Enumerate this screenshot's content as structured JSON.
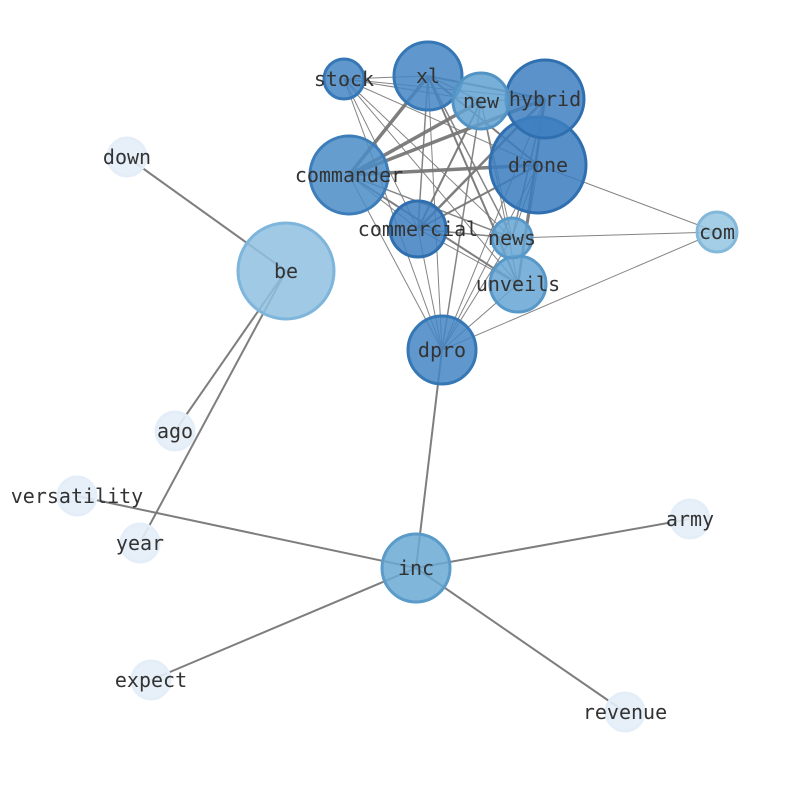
{
  "nodes": [
    {
      "id": "be",
      "label": "be",
      "size": 48,
      "fill": "#8fc0e0",
      "stroke": "#7eb5da",
      "opacity": 0.85
    },
    {
      "id": "drone",
      "label": "drone",
      "size": 48,
      "fill": "#3a7dc0",
      "stroke": "#2f6faf",
      "opacity": 0.85
    },
    {
      "id": "hybrid",
      "label": "hybrid",
      "size": 39,
      "fill": "#3d7fc0",
      "stroke": "#2f6faf",
      "opacity": 0.85
    },
    {
      "id": "commander",
      "label": "commander",
      "size": 39,
      "fill": "#4a8cc7",
      "stroke": "#3c7dba",
      "opacity": 0.85
    },
    {
      "id": "xl",
      "label": "xl",
      "size": 34,
      "fill": "#4486c4",
      "stroke": "#3677b5",
      "opacity": 0.85
    },
    {
      "id": "dpro",
      "label": "dpro",
      "size": 34,
      "fill": "#4486c4",
      "stroke": "#3677b5",
      "opacity": 0.85
    },
    {
      "id": "inc",
      "label": "inc",
      "size": 34,
      "fill": "#6aa9d4",
      "stroke": "#5a9bc9",
      "opacity": 0.85
    },
    {
      "id": "new",
      "label": "new",
      "size": 28,
      "fill": "#60a1d1",
      "stroke": "#5293c4",
      "opacity": 0.85
    },
    {
      "id": "commercial",
      "label": "commercial",
      "size": 28,
      "fill": "#3d7fc0",
      "stroke": "#2f6faf",
      "opacity": 0.85
    },
    {
      "id": "unveils",
      "label": "unveils",
      "size": 28,
      "fill": "#66a6d3",
      "stroke": "#5898c8",
      "opacity": 0.85
    },
    {
      "id": "stock",
      "label": "stock",
      "size": 20,
      "fill": "#4486c4",
      "stroke": "#3677b5",
      "opacity": 0.85
    },
    {
      "id": "news",
      "label": "news",
      "size": 20,
      "fill": "#66a6d3",
      "stroke": "#5898c8",
      "opacity": 0.85
    },
    {
      "id": "com",
      "label": "com",
      "size": 20,
      "fill": "#94c4e2",
      "stroke": "#83b8db",
      "opacity": 0.85
    },
    {
      "id": "down",
      "label": "down",
      "size": 19,
      "fill": "#e4eef8",
      "stroke": "#e4eef8",
      "opacity": 0.9
    },
    {
      "id": "ago",
      "label": "ago",
      "size": 19,
      "fill": "#e4eef8",
      "stroke": "#e4eef8",
      "opacity": 0.9
    },
    {
      "id": "versatility",
      "label": "versatility",
      "size": 19,
      "fill": "#e4eef8",
      "stroke": "#e4eef8",
      "opacity": 0.9
    },
    {
      "id": "year",
      "label": "year",
      "size": 19,
      "fill": "#e4eef8",
      "stroke": "#e4eef8",
      "opacity": 0.9
    },
    {
      "id": "army",
      "label": "army",
      "size": 19,
      "fill": "#e4eef8",
      "stroke": "#e4eef8",
      "opacity": 0.9
    },
    {
      "id": "expect",
      "label": "expect",
      "size": 19,
      "fill": "#e4eef8",
      "stroke": "#e4eef8",
      "opacity": 0.9
    },
    {
      "id": "revenue",
      "label": "revenue",
      "size": 19,
      "fill": "#e4eef8",
      "stroke": "#e4eef8",
      "opacity": 0.9
    }
  ],
  "edges": [
    {
      "source": "be",
      "target": "down",
      "weight": 2
    },
    {
      "source": "be",
      "target": "ago",
      "weight": 2
    },
    {
      "source": "be",
      "target": "year",
      "weight": 2
    },
    {
      "source": "inc",
      "target": "dpro",
      "weight": 2
    },
    {
      "source": "inc",
      "target": "versatility",
      "weight": 2
    },
    {
      "source": "inc",
      "target": "army",
      "weight": 2
    },
    {
      "source": "inc",
      "target": "expect",
      "weight": 2
    },
    {
      "source": "inc",
      "target": "revenue",
      "weight": 2
    },
    {
      "source": "commander",
      "target": "xl",
      "weight": 3.5
    },
    {
      "source": "commander",
      "target": "new",
      "weight": 3.5
    },
    {
      "source": "commander",
      "target": "hybrid",
      "weight": 3.5
    },
    {
      "source": "commander",
      "target": "drone",
      "weight": 3.5
    },
    {
      "source": "commercial",
      "target": "hybrid",
      "weight": 2.5
    },
    {
      "source": "commercial",
      "target": "new",
      "weight": 2
    },
    {
      "source": "commercial",
      "target": "drone",
      "weight": 2
    },
    {
      "source": "unveils",
      "target": "hybrid",
      "weight": 2.5
    },
    {
      "source": "unveils",
      "target": "xl",
      "weight": 2
    },
    {
      "source": "unveils",
      "target": "commander",
      "weight": 2
    },
    {
      "source": "xl",
      "target": "hybrid",
      "weight": 2
    },
    {
      "source": "xl",
      "target": "drone",
      "weight": 2
    },
    {
      "source": "news",
      "target": "xl",
      "weight": 1.5
    },
    {
      "source": "news",
      "target": "commercial",
      "weight": 1.5
    },
    {
      "source": "news",
      "target": "commander",
      "weight": 1.5
    },
    {
      "source": "news",
      "target": "hybrid",
      "weight": 1.5
    },
    {
      "source": "dpro",
      "target": "new",
      "weight": 1.5
    },
    {
      "source": "commercial",
      "target": "xl",
      "weight": 1.5
    },
    {
      "source": "stock",
      "target": "xl",
      "weight": 1
    },
    {
      "source": "stock",
      "target": "hybrid",
      "weight": 1
    },
    {
      "source": "stock",
      "target": "new",
      "weight": 1
    },
    {
      "source": "stock",
      "target": "drone",
      "weight": 1
    },
    {
      "source": "stock",
      "target": "commercial",
      "weight": 1
    },
    {
      "source": "stock",
      "target": "news",
      "weight": 1
    },
    {
      "source": "stock",
      "target": "unveils",
      "weight": 1
    },
    {
      "source": "stock",
      "target": "dpro",
      "weight": 1
    },
    {
      "source": "com",
      "target": "drone",
      "weight": 1
    },
    {
      "source": "com",
      "target": "news",
      "weight": 1
    },
    {
      "source": "com",
      "target": "dpro",
      "weight": 1
    },
    {
      "source": "dpro",
      "target": "commander",
      "weight": 1
    },
    {
      "source": "dpro",
      "target": "xl",
      "weight": 1
    },
    {
      "source": "dpro",
      "target": "hybrid",
      "weight": 1
    },
    {
      "source": "dpro",
      "target": "drone",
      "weight": 1
    },
    {
      "source": "dpro",
      "target": "commercial",
      "weight": 1
    },
    {
      "source": "dpro",
      "target": "news",
      "weight": 1
    },
    {
      "source": "dpro",
      "target": "unveils",
      "weight": 1
    },
    {
      "source": "new",
      "target": "hybrid",
      "weight": 1
    },
    {
      "source": "new",
      "target": "xl",
      "weight": 1
    },
    {
      "source": "new",
      "target": "unveils",
      "weight": 1
    },
    {
      "source": "new",
      "target": "news",
      "weight": 1
    },
    {
      "source": "news",
      "target": "drone",
      "weight": 1
    },
    {
      "source": "unveils",
      "target": "drone",
      "weight": 1
    },
    {
      "source": "unveils",
      "target": "commercial",
      "weight": 1
    },
    {
      "source": "commercial",
      "target": "commander",
      "weight": 1
    }
  ]
}
